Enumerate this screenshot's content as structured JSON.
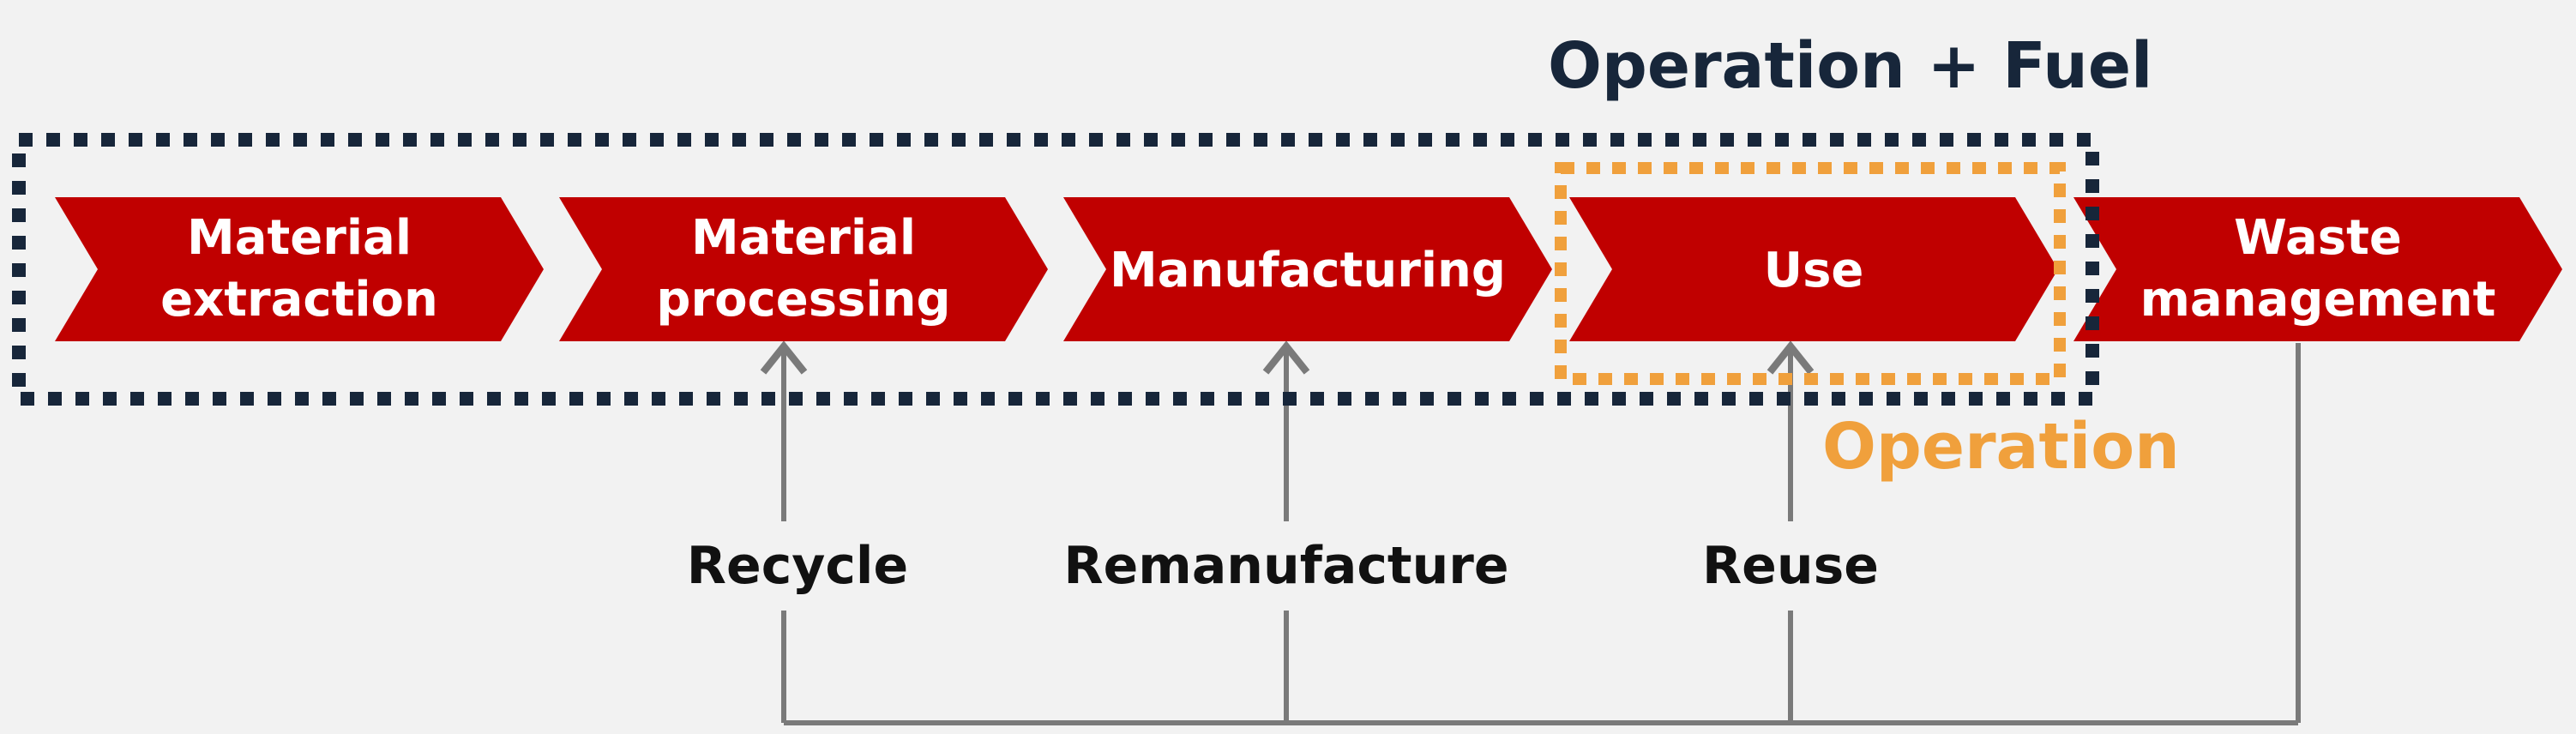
{
  "colors": {
    "background": "#f2f2f2",
    "stage_fill": "#c00000",
    "stage_text": "#ffffff",
    "operation_fuel_box": "#17263a",
    "operation_box": "#f0a03c",
    "arrow": "#7a7a7a",
    "loop_text": "#111111"
  },
  "stages": [
    {
      "lines": [
        "Material",
        "extraction"
      ]
    },
    {
      "lines": [
        "Material",
        "processing"
      ]
    },
    {
      "lines": [
        "Manufacturing"
      ]
    },
    {
      "lines": [
        "Use"
      ]
    },
    {
      "lines": [
        "Waste",
        "management"
      ]
    }
  ],
  "boundaries": {
    "operation_fuel": {
      "title": "Operation + Fuel"
    },
    "operation": {
      "title": "Operation"
    }
  },
  "loops": [
    {
      "label": "Recycle",
      "target_stage": 1
    },
    {
      "label": "Remanufacture",
      "target_stage": 2
    },
    {
      "label": "Reuse",
      "target_stage": 3
    }
  ],
  "loop_source_stage": 4
}
